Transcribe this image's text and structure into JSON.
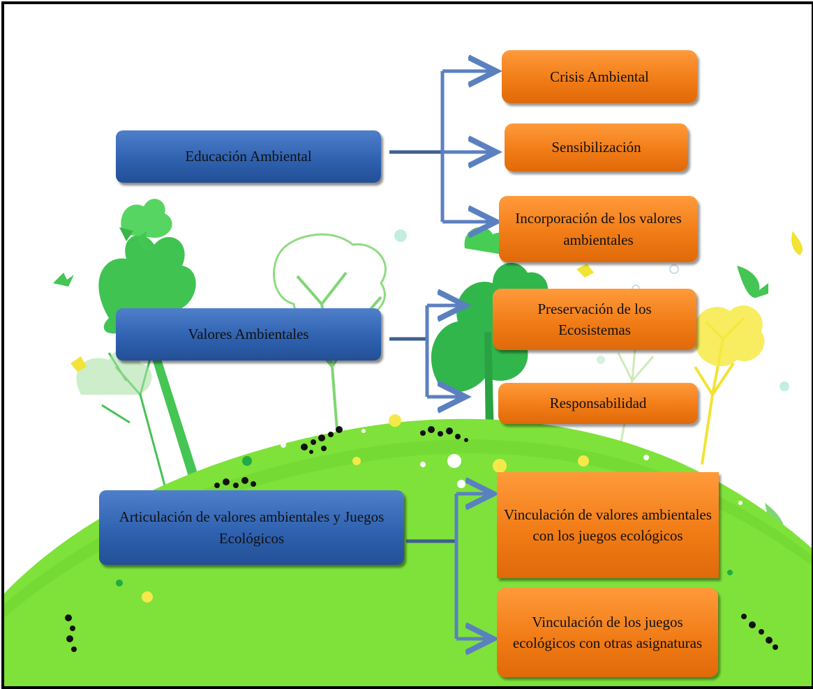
{
  "colors": {
    "topic_box": "#3a6dbd",
    "leaf_box": "#f58220",
    "arrow": "#5b80c0",
    "ground": "#7ee23a",
    "frame": "#000000"
  },
  "topics": [
    {
      "label": "Educación Ambiental",
      "children": [
        {
          "label": "Crisis Ambiental"
        },
        {
          "label": "Sensibilización"
        },
        {
          "label": "Incorporación de los valores ambientales"
        }
      ]
    },
    {
      "label": "Valores Ambientales",
      "children": [
        {
          "label": "Preservación de los Ecosistemas"
        },
        {
          "label": "Responsabilidad"
        }
      ]
    },
    {
      "label": "Articulación de valores ambientales y Juegos Ecológicos",
      "children": [
        {
          "label": "Vinculación de valores ambientales con los juegos ecológicos"
        },
        {
          "label": "Vinculación de  los juegos ecológicos con otras asignaturas"
        }
      ]
    }
  ]
}
